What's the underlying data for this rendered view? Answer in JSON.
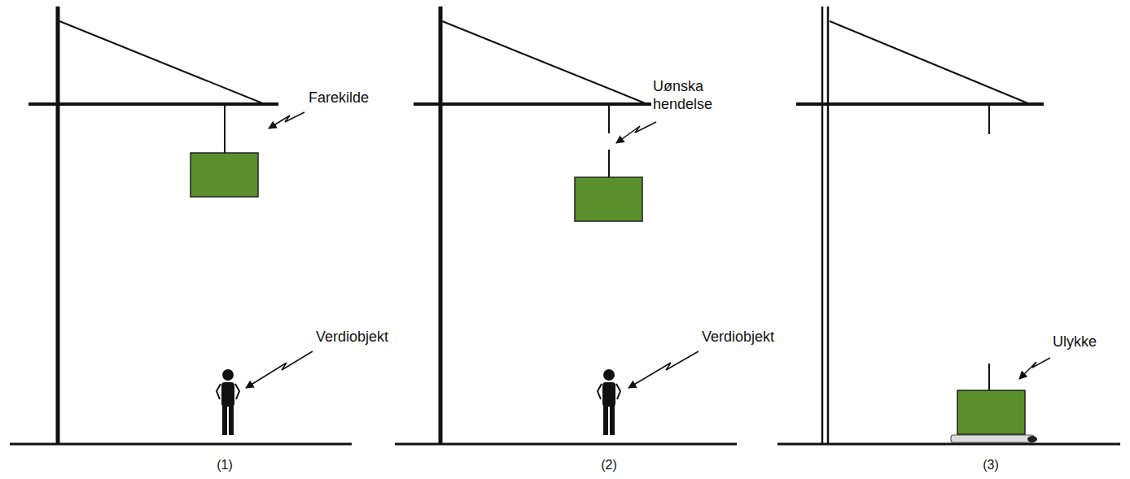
{
  "diagram": {
    "labels": [
      "Farekilde",
      "Verdiobjekt",
      "(1)",
      "Uønska hendelse",
      "Verdiobjekt",
      "(2)",
      "Ulykke",
      "(3)"
    ]
  }
}
